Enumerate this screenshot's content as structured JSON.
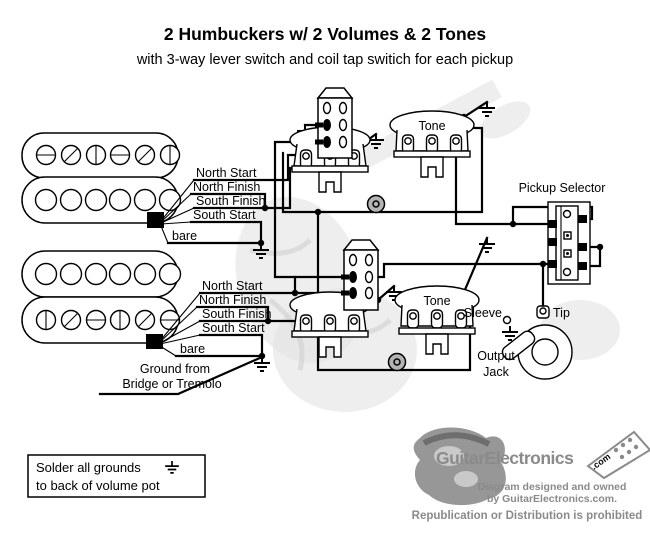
{
  "title": "2 Humbuckers w/ 2 Volumes & 2 Tones",
  "subtitle": "with 3-way lever switch and coil tap switich for each pickup",
  "colors": {
    "ink": "#000000",
    "background": "#ffffff",
    "capacitor": "#b3b3b3",
    "logo_gray": "#8a8a8a",
    "watermark": "#e3e3e3"
  },
  "neck_pickup": {
    "wire_labels": [
      "North Start",
      "North Finish",
      "South Finish",
      "South Start",
      "bare"
    ]
  },
  "bridge_pickup": {
    "wire_labels": [
      "North Start",
      "North Finish",
      "South Finish",
      "South Start",
      "bare"
    ],
    "ground_note_line1": "Ground from",
    "ground_note_line2": "Bridge or Tremolo"
  },
  "controls": {
    "tone1_label": "Tone",
    "tone2_label": "Tone",
    "selector_label": "Pickup Selector"
  },
  "jack": {
    "sleeve_label": "Sleeve",
    "tip_label": "Tip",
    "caption_line1": "Output",
    "caption_line2": "Jack"
  },
  "note_box": {
    "line1": "Solder all grounds",
    "line2": "to back of volume pot"
  },
  "logo": {
    "brand": "GuitarElectronics",
    "tld": ".com",
    "credit_line1": "Diagram designed and owned",
    "credit_line2": "by GuitarElectronics.com.",
    "notice": "Republication or Distribution is prohibited"
  }
}
